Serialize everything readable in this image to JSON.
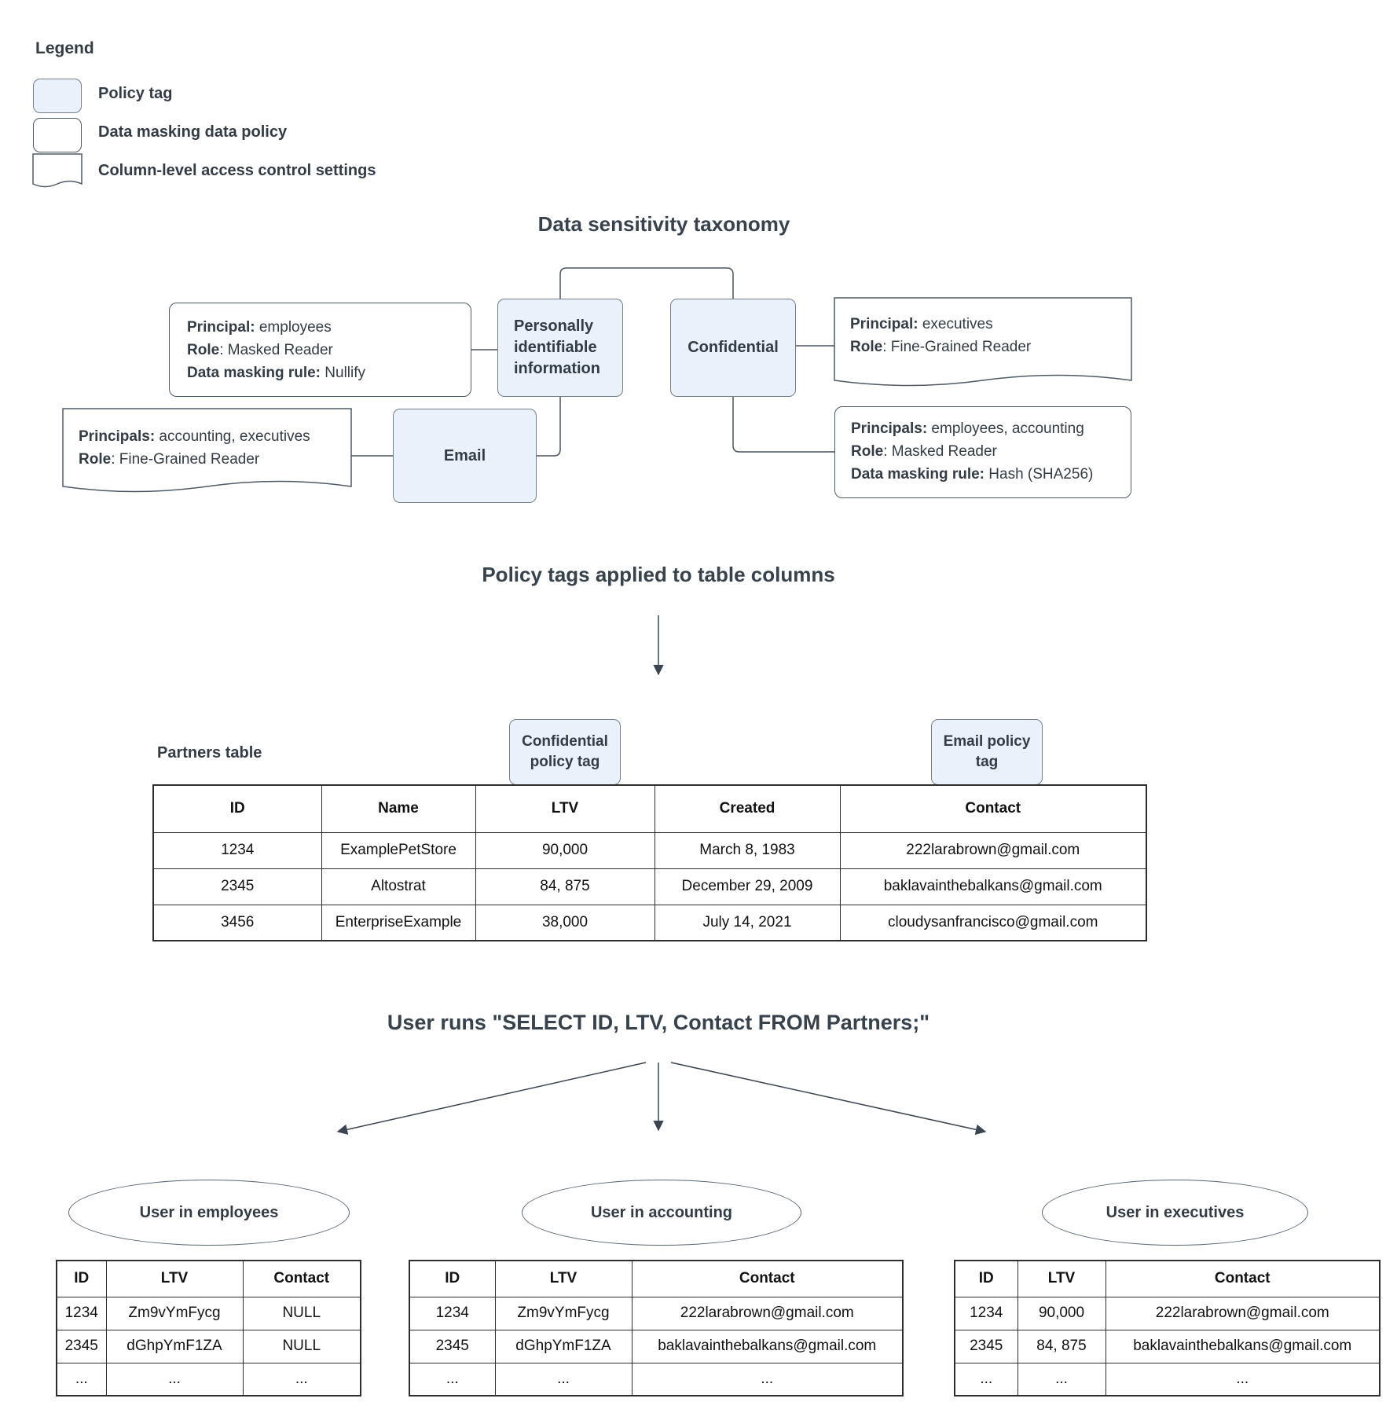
{
  "colors": {
    "policy_tag_fill": "#EAF1FB",
    "policy_tag_border": "#747f8b",
    "box_border": "#4f5a64",
    "table_border": "#2e2e2e",
    "text": "#333b44",
    "connector": "#3b4550"
  },
  "legend": {
    "title": "Legend",
    "items": [
      {
        "label": "Policy tag",
        "shape": "policy-tag-swatch"
      },
      {
        "label": "Data masking data policy",
        "shape": "data-policy-swatch"
      },
      {
        "label": "Column-level access control settings",
        "shape": "access-control-swatch"
      }
    ]
  },
  "taxonomy": {
    "title": "Data sensitivity taxonomy",
    "nodes": {
      "pii": "Personally identifiable information",
      "confidential": "Confidential",
      "email": "Email"
    },
    "policies": {
      "employees_masking": {
        "lines": [
          [
            "Principal:",
            " employees"
          ],
          [
            "Role",
            ": Masked Reader"
          ],
          [
            "Data masking rule:",
            " Nullify"
          ]
        ]
      },
      "accounting_access": {
        "lines": [
          [
            "Principals:",
            " accounting, executives"
          ],
          [
            "Role",
            ": Fine-Grained Reader"
          ]
        ]
      },
      "executives_access": {
        "lines": [
          [
            "Principal:",
            " executives"
          ],
          [
            "Role",
            ": Fine-Grained Reader"
          ]
        ]
      },
      "confidential_masking": {
        "lines": [
          [
            "Principals:",
            " employees, accounting"
          ],
          [
            "Role",
            ": Masked Reader"
          ],
          [
            "Data masking rule:",
            " Hash (SHA256)"
          ]
        ]
      }
    }
  },
  "applied": {
    "title": "Policy tags applied to table columns",
    "table_label": "Partners table",
    "tags": {
      "confidential": "Confidential policy tag",
      "email": "Email policy tag"
    },
    "partners_table": {
      "headers": [
        "ID",
        "Name",
        "LTV",
        "Created",
        "Contact"
      ],
      "rows": [
        [
          "1234",
          "ExamplePetStore",
          "90,000",
          "March 8, 1983",
          "222larabrown@gmail.com"
        ],
        [
          "2345",
          "Altostrat",
          "84, 875",
          "December 29, 2009",
          "baklavainthebalkans@gmail.com"
        ],
        [
          "3456",
          "EnterpriseExample",
          "38,000",
          "July 14, 2021",
          "cloudysanfrancisco@gmail.com"
        ]
      ]
    }
  },
  "query": {
    "title": "User runs \"SELECT ID, LTV, Contact FROM Partners;\"",
    "results": [
      {
        "user": "User in employees",
        "table": {
          "headers": [
            "ID",
            "LTV",
            "Contact"
          ],
          "rows": [
            [
              "1234",
              "Zm9vYmFycg",
              "NULL"
            ],
            [
              "2345",
              "dGhpYmF1ZA",
              "NULL"
            ],
            [
              "...",
              "...",
              "..."
            ]
          ]
        }
      },
      {
        "user": "User in accounting",
        "table": {
          "headers": [
            "ID",
            "LTV",
            "Contact"
          ],
          "rows": [
            [
              "1234",
              "Zm9vYmFycg",
              "222larabrown@gmail.com"
            ],
            [
              "2345",
              "dGhpYmF1ZA",
              "baklavainthebalkans@gmail.com"
            ],
            [
              "...",
              "...",
              "..."
            ]
          ]
        }
      },
      {
        "user": "User in executives",
        "table": {
          "headers": [
            "ID",
            "LTV",
            "Contact"
          ],
          "rows": [
            [
              "1234",
              "90,000",
              "222larabrown@gmail.com"
            ],
            [
              "2345",
              "84, 875",
              "baklavainthebalkans@gmail.com"
            ],
            [
              "...",
              "...",
              "..."
            ]
          ]
        }
      }
    ]
  }
}
